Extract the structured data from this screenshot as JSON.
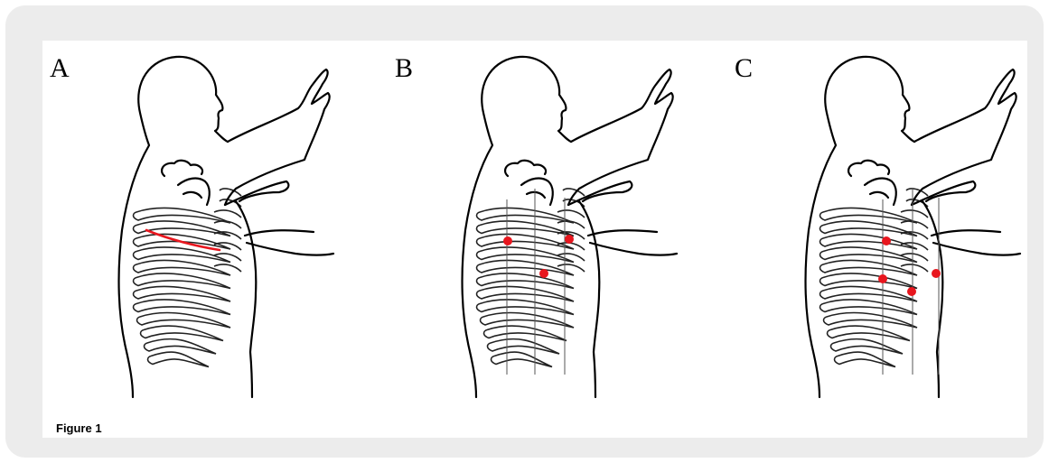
{
  "figure": {
    "caption": "Figure 1",
    "panels": [
      {
        "letter": "A",
        "marker": "line"
      },
      {
        "letter": "B",
        "marker": "dots"
      },
      {
        "letter": "C",
        "marker": "dots"
      }
    ]
  },
  "colors": {
    "outline": "#000000",
    "marker": "#e8161e",
    "ribs": "#222222",
    "guide": "#555555",
    "frame": "#ececec"
  }
}
